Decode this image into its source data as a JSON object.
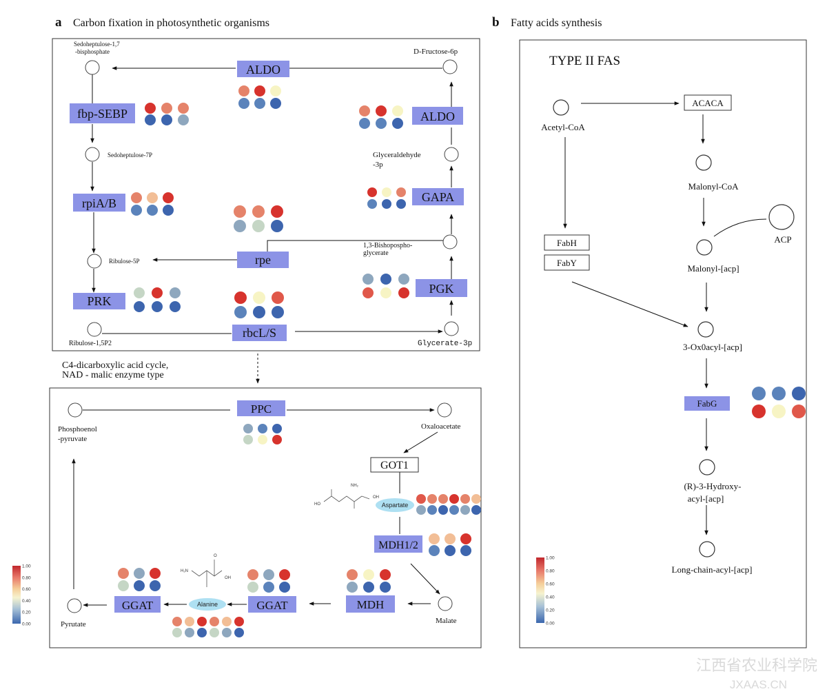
{
  "panel_a": {
    "letter": "a",
    "title": "Carbon fixation in photosynthetic organisms",
    "subtitle_line1": "C4-dicarboxylic acid cycle,",
    "subtitle_line2": "NAD - malic enzyme type"
  },
  "panel_b": {
    "letter": "b",
    "title": "Fatty acids synthesis",
    "box_title": "TYPE II FAS"
  },
  "metabolites": {
    "sedoheptulose_17bp_line1": "Sedoheptulose-1,7",
    "sedoheptulose_17bp_line2": "-bisphosphate",
    "d_fructose_6p": "D-Fructose-6p",
    "sedoheptulose_7p": "Sedoheptulose-7P",
    "glyceraldehyde_line1": "Glyceraldehyde",
    "glyceraldehyde_line2": "-3p",
    "bishospho_line1": "1,3-Bishopospho-",
    "bishospho_line2": "glycerate",
    "ribulose_5p": "Ribulose-5P",
    "ribulose_15p2": "Ribulose-1,5P2",
    "glycerate_3p": "Glycerate-3p",
    "phosphoenol_line1": "Phosphoenol",
    "phosphoenol_line2": "-pyruvate",
    "oxaloacetate": "Oxaloacetate",
    "malate": "Malate",
    "pyrutate": "Pyrutate",
    "aspartate": "Aspartate",
    "alanine": "Alanine",
    "acetyl_coa": "Acetyl-CoA",
    "malonyl_coa": "Malonyl-CoA",
    "acp": "ACP",
    "malonyl_acp": "Malonyl-[acp]",
    "oxoacyl_acp": "3-Ox0acyl-[acp]",
    "hydroxy_line1": "(R)-3-Hydroxy-",
    "hydroxy_line2": "acyl-[acp]",
    "long_chain": "Long-chain-acyl-[acp]"
  },
  "chem": {
    "ho": "HO",
    "oh": "OH",
    "nh2": "NH₂",
    "h2n": "H₂N",
    "o": "O"
  },
  "enzymes": {
    "aldo_top": "ALDO",
    "fbp_sebp": "fbp-SEBP",
    "aldo_right": "ALDO",
    "rpia": "rpiA/B",
    "gapa": "GAPA",
    "rpe": "rpe",
    "prk": "PRK",
    "pgk": "PGK",
    "rbcl": "rbcL/S",
    "ppc": "PPC",
    "got1": "GOT1",
    "mdh12": "MDH1/2",
    "mdh": "MDH",
    "ggat_left": "GGAT",
    "ggat_right": "GGAT",
    "acaca": "ACACA",
    "fabh": "FabH",
    "faby": "FabY",
    "fabg": "FabG"
  },
  "colors": {
    "enzyme_fill": "#8c93e6",
    "dark_red": "#d7332d",
    "red": "#e0584a",
    "salmon": "#e5836a",
    "light_orange": "#f2be96",
    "pale_yellow": "#f7f4c4",
    "pale_green": "#c5d6c5",
    "grey_blue": "#8ea7be",
    "steel_blue": "#5b83bb",
    "blue": "#3d65ae",
    "dark_blue": "#2e58a6",
    "aspartate_bubble": "#aee0f2"
  },
  "heat_dots": {
    "aldo_top": [
      [
        "salmon",
        "dark_red",
        "pale_yellow"
      ],
      [
        "steel_blue",
        "steel_blue",
        "blue"
      ]
    ],
    "fbp_sebp": [
      [
        "dark_red",
        "salmon",
        "salmon"
      ],
      [
        "blue",
        "blue",
        "grey_blue"
      ]
    ],
    "aldo_right": [
      [
        "salmon",
        "dark_red",
        "pale_yellow"
      ],
      [
        "steel_blue",
        "steel_blue",
        "blue"
      ]
    ],
    "rpia": [
      [
        "salmon",
        "light_orange",
        "dark_red"
      ],
      [
        "steel_blue",
        "steel_blue",
        "blue"
      ]
    ],
    "gapa": [
      [
        "dark_red",
        "pale_yellow",
        "salmon"
      ],
      [
        "steel_blue",
        "blue",
        "blue"
      ]
    ],
    "rpe": [
      [
        "salmon",
        "salmon",
        "dark_red"
      ],
      [
        "grey_blue",
        "pale_green",
        "blue"
      ]
    ],
    "prk": [
      [
        "pale_green",
        "dark_red",
        "grey_blue"
      ],
      [
        "blue",
        "blue",
        "blue"
      ]
    ],
    "pgk": [
      [
        "grey_blue",
        "blue",
        "grey_blue"
      ],
      [
        "red",
        "pale_yellow",
        "dark_red"
      ]
    ],
    "rbcl": [
      [
        "dark_red",
        "pale_yellow",
        "red"
      ],
      [
        "steel_blue",
        "blue",
        "blue"
      ]
    ],
    "ppc": [
      [
        "grey_blue",
        "steel_blue",
        "blue"
      ],
      [
        "pale_green",
        "pale_yellow",
        "dark_red"
      ]
    ],
    "aspartate": [
      [
        "red",
        "salmon",
        "salmon",
        "dark_red",
        "salmon",
        "light_orange"
      ],
      [
        "grey_blue",
        "steel_blue",
        "blue",
        "steel_blue",
        "grey_blue",
        "blue"
      ]
    ],
    "mdh12": [
      [
        "light_orange",
        "light_orange",
        "dark_red"
      ],
      [
        "steel_blue",
        "blue",
        "blue"
      ]
    ],
    "mdh": [
      [
        "salmon",
        "pale_yellow",
        "dark_red"
      ],
      [
        "grey_blue",
        "blue",
        "blue"
      ]
    ],
    "ggat_right": [
      [
        "salmon",
        "grey_blue",
        "dark_red"
      ],
      [
        "pale_green",
        "steel_blue",
        "blue"
      ]
    ],
    "ggat_left": [
      [
        "salmon",
        "grey_blue",
        "dark_red"
      ],
      [
        "pale_green",
        "blue",
        "blue"
      ]
    ],
    "alanine": [
      [
        "salmon",
        "light_orange",
        "dark_red",
        "salmon",
        "light_orange",
        "dark_red"
      ],
      [
        "pale_green",
        "grey_blue",
        "blue",
        "pale_green",
        "grey_blue",
        "blue"
      ]
    ],
    "fabg": [
      [
        "steel_blue",
        "steel_blue",
        "blue"
      ],
      [
        "dark_red",
        "pale_yellow",
        "red"
      ]
    ]
  },
  "scale_bar": {
    "ticks": [
      "1.00",
      "0.80",
      "0.60",
      "0.40",
      "0.20",
      "0.00"
    ],
    "colors": [
      "#c1272d",
      "#e8786a",
      "#f5cf9a",
      "#f6f3cf",
      "#a6c0d6",
      "#3b67ae"
    ]
  },
  "watermark": {
    "line1": "江西省农业科学院",
    "line2": "JXAAS.CN"
  }
}
